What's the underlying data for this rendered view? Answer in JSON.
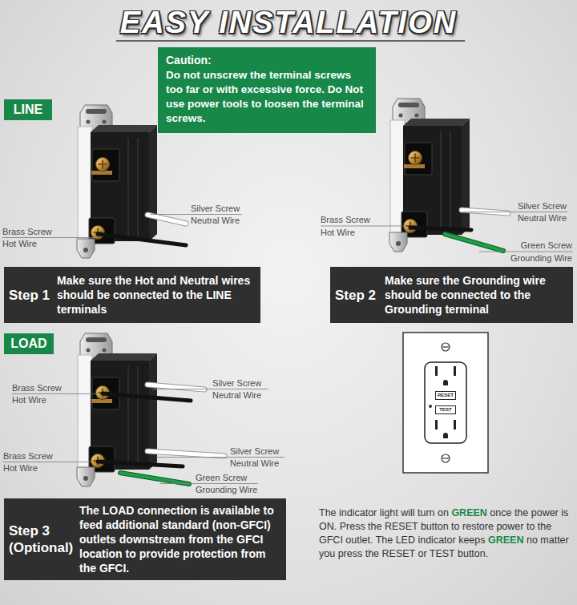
{
  "diagram": {
    "title": "EASY INSTALLATION",
    "nodes": [
      {
        "text": [
          "Caution:",
          "Do not unscrew the terminal screws too far or with excessive force. Do Not use power tools to loosen the terminal screws."
        ]
      },
      {
        "text": [
          "LINE"
        ]
      },
      {
        "text": [
          "Step 1",
          "Make sure the Hot and Neutral wires should be connected to the LINE terminals"
        ]
      },
      {
        "text": [
          "Step 2",
          "Make sure the Grounding wire should be connected to the Grounding terminal"
        ]
      },
      {
        "text": [
          "LOAD"
        ]
      },
      {
        "text": [
          "Step 3 (Optional)",
          "The LOAD connection is available to feed additional standard (non-GFCI) outlets downstream from the GFCI location to provide protection from the GFCI."
        ]
      },
      {
        "text": [
          "RESET"
        ]
      },
      {
        "text": [
          "TEST"
        ]
      }
    ],
    "labels": [
      "Silver Screw",
      "Neutral Wire",
      "Brass Screw",
      "Hot Wire",
      "Silver Screw",
      "Neutral Wire",
      "Brass Screw",
      "Hot Wire",
      "Green Screw",
      "Grounding Wire",
      "Brass Screw",
      "Hot Wire",
      "Silver Screw",
      "Neutral Wire",
      "Brass Screw",
      "Hot Wire",
      "Silver Screw",
      "Neutral Wire",
      "Green Screw",
      "Grounding Wire",
      "The indicator light will turn on",
      "GREEN",
      "once the power is ON. Press the RESET button to restore power to the GFCI outlet. The LED indicator keeps",
      "GREEN",
      "no matter you press the RESET or TEST button."
    ]
  }
}
